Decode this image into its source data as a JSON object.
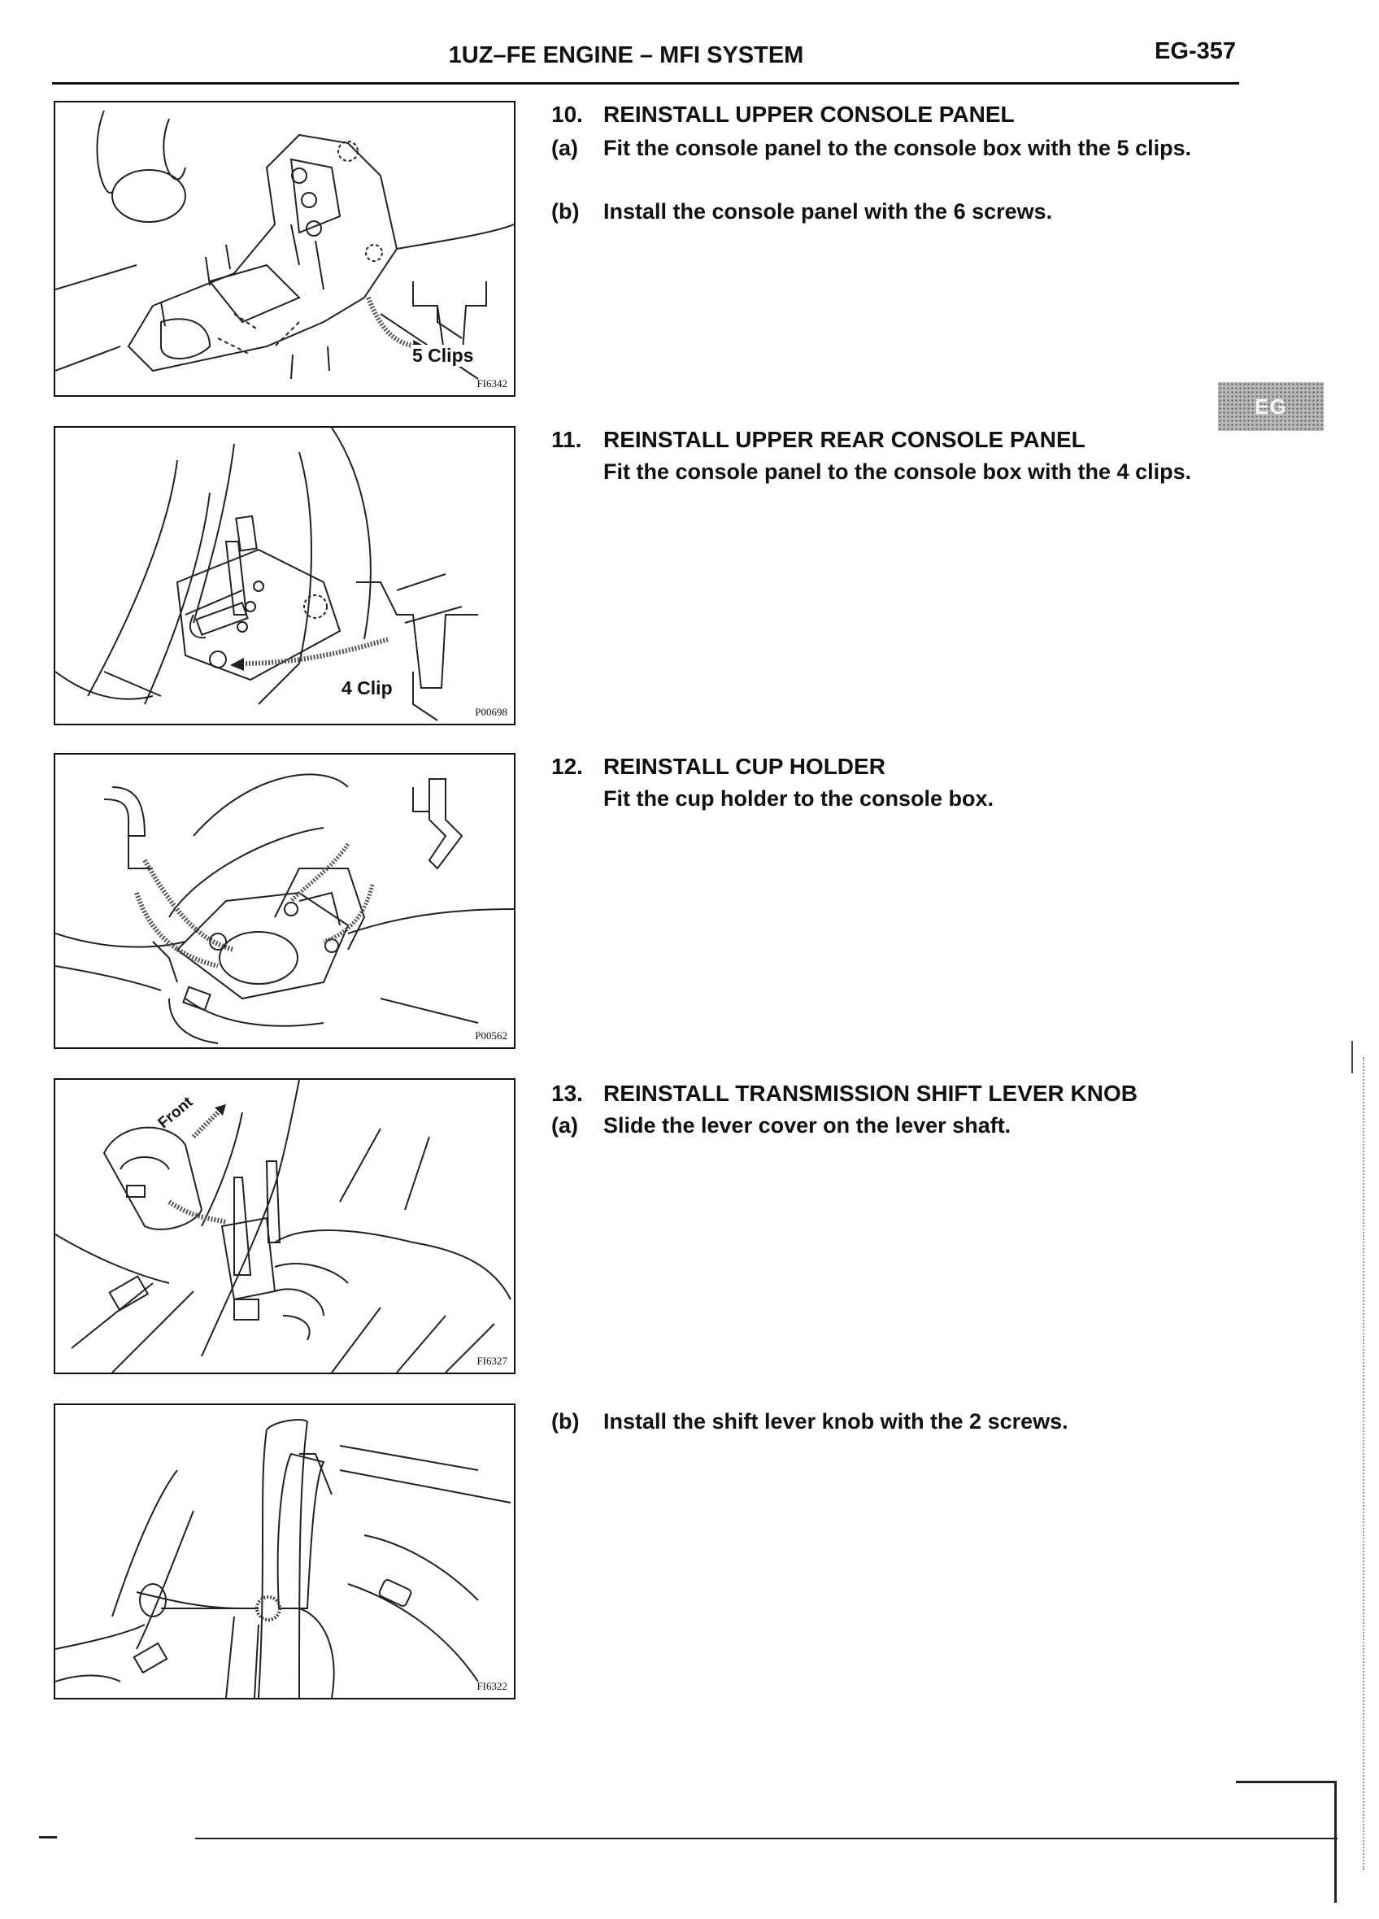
{
  "header": {
    "title": "1UZ–FE ENGINE – MFI SYSTEM",
    "page_number": "EG-357"
  },
  "side_tab": {
    "label": "EG"
  },
  "steps": [
    {
      "number": "10.",
      "title": "REINSTALL UPPER CONSOLE PANEL",
      "substeps": [
        {
          "letter": "(a)",
          "text": "Fit the console panel to the console box with the 5 clips."
        },
        {
          "letter": "(b)",
          "text": "Install the console panel with the 6 screws."
        }
      ]
    },
    {
      "number": "11.",
      "title": "REINSTALL UPPER REAR CONSOLE PANEL",
      "text": "Fit the console panel to the console box with the 4 clips."
    },
    {
      "number": "12.",
      "title": "REINSTALL CUP HOLDER",
      "text": "Fit the cup holder to the console box."
    },
    {
      "number": "13.",
      "title": "REINSTALL TRANSMISSION SHIFT LEVER KNOB",
      "substeps": [
        {
          "letter": "(a)",
          "text": "Slide the lever cover on the lever shaft."
        },
        {
          "letter": "(b)",
          "text": "Install the shift lever knob with the 2 screws."
        }
      ]
    }
  ],
  "figures": [
    {
      "code": "FI6342",
      "label": "5 Clips"
    },
    {
      "code": "P00698",
      "label": "4 Clip"
    },
    {
      "code": "P00562"
    },
    {
      "code": "FI6327",
      "label": "Front"
    },
    {
      "code": "FI6322"
    }
  ]
}
